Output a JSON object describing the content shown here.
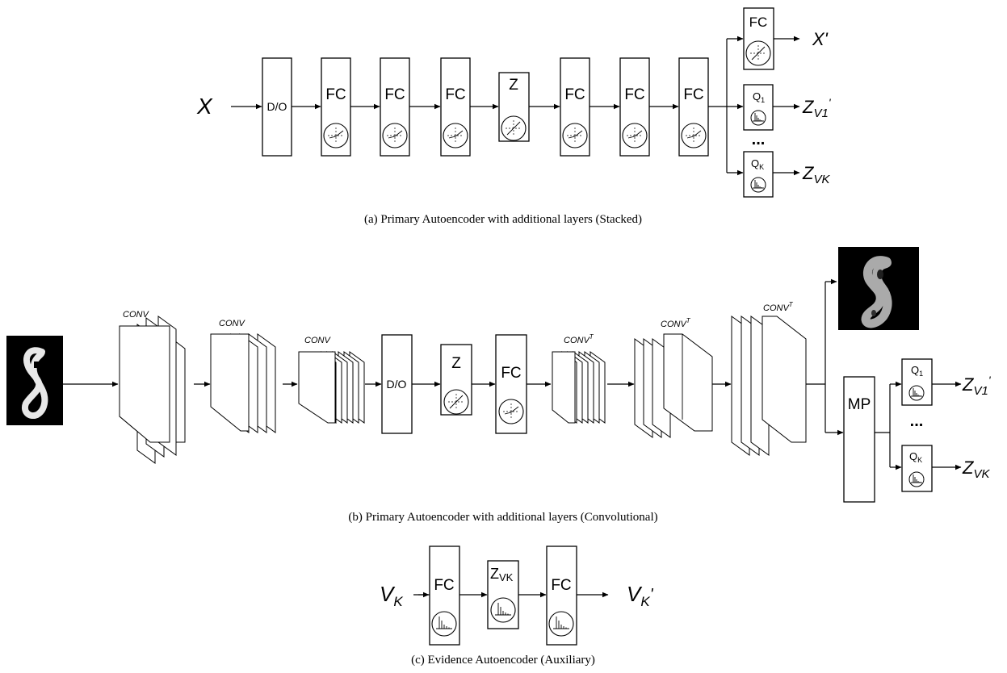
{
  "stacked": {
    "input": "X",
    "dropout": "D/O",
    "fc": "FC",
    "latent": "Z",
    "recon_head": "FC",
    "output": "X'",
    "q1": "Q",
    "q1_sub": "1",
    "qk": "Q",
    "qk_sub": "K",
    "ellipsis": "...",
    "out_v1": "Z",
    "out_v1_sub": "V1",
    "out_v1_prime": "'",
    "out_vk": "Z",
    "out_vk_sub": "VK"
  },
  "conv": {
    "conv": "CONV",
    "convt": "CONV",
    "convt_sup": "T",
    "dropout": "D/O",
    "latent": "Z",
    "fc": "FC",
    "mp": "MP",
    "q1": "Q",
    "q1_sub": "1",
    "qk": "Q",
    "qk_sub": "K",
    "ellipsis": "...",
    "out_v1": "Z",
    "out_v1_sub": "V1",
    "out_v1_prime": "'",
    "out_vk": "Z",
    "out_vk_sub": "VK"
  },
  "evidence": {
    "input": "V",
    "input_sub": "K",
    "fc": "FC",
    "latent": "Z",
    "latent_sub": "VK",
    "output": "V",
    "output_sub": "K",
    "output_prime": "'"
  },
  "captions": {
    "a": "(a) Primary Autoencoder with additional layers (Stacked)",
    "b": "(b) Primary Autoencoder with additional layers (Convolutional)",
    "c": "(c) Evidence Autoencoder (Auxiliary)"
  },
  "colors": {
    "line": "#000000",
    "background": "#ffffff",
    "image_bg": "#000000",
    "digit": "#e8e8e8"
  }
}
